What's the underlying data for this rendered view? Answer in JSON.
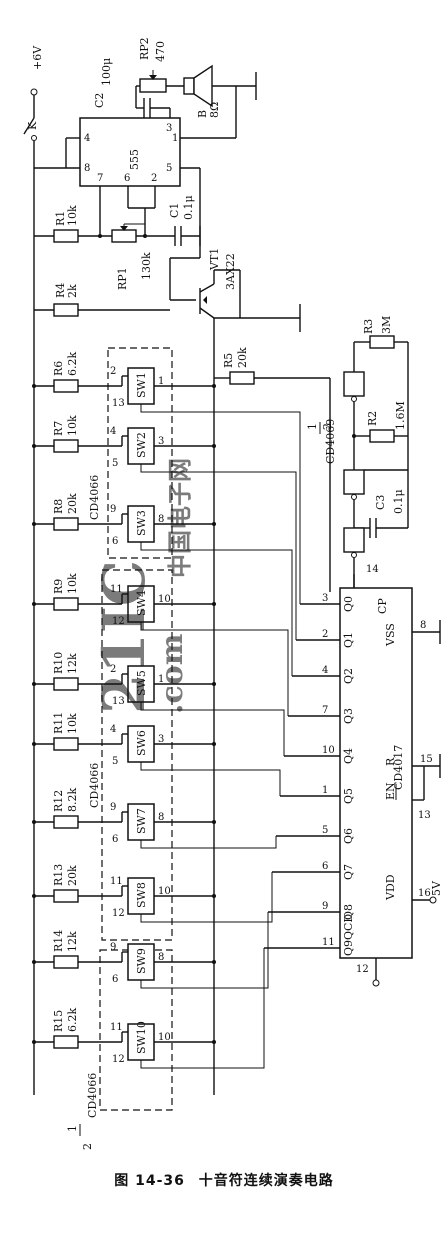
{
  "figure": {
    "caption_number": "图 14-36",
    "caption_title": "十音符连续演奏电路"
  },
  "watermark": {
    "brand": "21IC",
    "domain": ".com",
    "cn": "中国电子网"
  },
  "power": {
    "supply": "+6V",
    "switch": "K",
    "vdd_rail": "5V"
  },
  "timer": {
    "chip": "555",
    "pins": [
      "4",
      "8",
      "7",
      "6",
      "2",
      "3",
      "1",
      "5"
    ],
    "c2_name": "C2",
    "c2_value": "100μ",
    "rp2_name": "RP2",
    "rp2_value": "470",
    "speaker_name": "B",
    "speaker_value": "8Ω",
    "r1_name": "R1",
    "r1_value": "10k",
    "rp1_name": "RP1",
    "rp1_value": "130k",
    "c1_name": "C1",
    "c1_value": "0.1μ"
  },
  "transistor": {
    "name": "VT1",
    "model": "3AX22",
    "r4_name": "R4",
    "r4_value": "2k",
    "r5_name": "R5",
    "r5_value": "20k"
  },
  "oscillator": {
    "chip": "CD4069",
    "fraction_top": "1",
    "fraction_bottom": "2",
    "r3_name": "R3",
    "r3_value": "3M",
    "r2_name": "R2",
    "r2_value": "1.6M",
    "c3_name": "C3",
    "c3_value": "0.1μ"
  },
  "switch_chips": {
    "upper": "CD4066",
    "middle": "CD4066",
    "lower": "CD4066",
    "lower_fraction_top": "1",
    "lower_fraction_bottom": "2"
  },
  "note_resistors": [
    {
      "name": "R6",
      "value": "6.2k"
    },
    {
      "name": "R7",
      "value": "10k"
    },
    {
      "name": "R8",
      "value": "20k"
    },
    {
      "name": "R9",
      "value": "10k"
    },
    {
      "name": "R10",
      "value": "12k"
    },
    {
      "name": "R11",
      "value": "10k"
    },
    {
      "name": "R12",
      "value": "8.2k"
    },
    {
      "name": "R13",
      "value": "20k"
    },
    {
      "name": "R14",
      "value": "12k"
    },
    {
      "name": "R15",
      "value": "6.2k"
    }
  ],
  "switches": [
    {
      "name": "SW1",
      "in": "2",
      "out": "1",
      "ctl": "13"
    },
    {
      "name": "SW2",
      "in": "4",
      "out": "3",
      "ctl": "5"
    },
    {
      "name": "SW3",
      "in": "9",
      "out": "8",
      "ctl": "6"
    },
    {
      "name": "SW4",
      "in": "11",
      "out": "10",
      "ctl": "12"
    },
    {
      "name": "SW5",
      "in": "2",
      "out": "1",
      "ctl": "13"
    },
    {
      "name": "SW6",
      "in": "4",
      "out": "3",
      "ctl": "5"
    },
    {
      "name": "SW7",
      "in": "9",
      "out": "8",
      "ctl": "6"
    },
    {
      "name": "SW8",
      "in": "11",
      "out": "10",
      "ctl": "12"
    },
    {
      "name": "SW9",
      "in": "9",
      "out": "8",
      "ctl": "6"
    },
    {
      "name": "SW10",
      "in": "11",
      "out": "10",
      "ctl": "12"
    }
  ],
  "counter": {
    "chip": "CD4017",
    "cp": "CP",
    "cp_pin": "14",
    "vss": "VSS",
    "vss_pin": "8",
    "reset": "R",
    "reset_pin": "15",
    "enable": "EN",
    "enable_pin": "13",
    "vdd": "VDD",
    "vdd_pin": "16",
    "carry": "QCD",
    "carry_pin": "12",
    "outputs": [
      {
        "name": "Q0",
        "pin": "3"
      },
      {
        "name": "Q1",
        "pin": "2"
      },
      {
        "name": "Q2",
        "pin": "4"
      },
      {
        "name": "Q3",
        "pin": "7"
      },
      {
        "name": "Q4",
        "pin": "10"
      },
      {
        "name": "Q5",
        "pin": "1"
      },
      {
        "name": "Q6",
        "pin": "5"
      },
      {
        "name": "Q7",
        "pin": "6"
      },
      {
        "name": "Q8",
        "pin": "9"
      },
      {
        "name": "Q9",
        "pin": "11"
      }
    ]
  }
}
